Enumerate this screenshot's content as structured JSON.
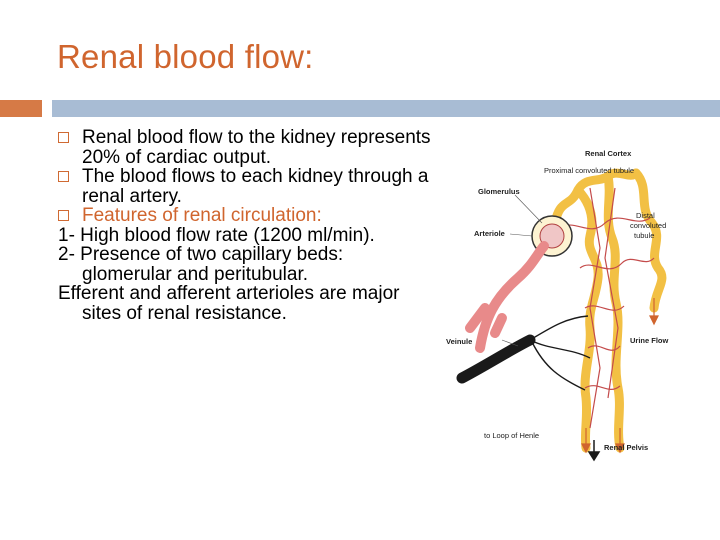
{
  "slide": {
    "title": "Renal blood flow:"
  },
  "content": {
    "bullets": [
      "Renal blood flow to the kidney represents 20% of cardiac output.",
      "The blood flows to each kidney through a renal artery.",
      "Features of renal circulation:"
    ],
    "lines": [
      "1- High blood flow rate (1200 ml/min).",
      "2- Presence of two capillary beds: glomerular and peritubular.",
      "Efferent and afferent arterioles are major sites of renal resistance."
    ]
  },
  "diagram": {
    "labels": {
      "renal_cortex": "Renal Cortex",
      "proximal_tubule": "Proximal convoluted tubule",
      "glomerulus": "Glomerulus",
      "distal_1": "Distal",
      "distal_2": "convoluted",
      "distal_3": "tubule",
      "arteriole": "Arteriole",
      "venule": "Veinule",
      "urine_flow": "Urine Flow",
      "loop_of_henle": "to Loop of Henle",
      "renal_pelvis": "Renal Pelvis"
    }
  },
  "colors": {
    "title": "#d0652e",
    "accent_bar": "#d67a46",
    "header_bar": "#a8bcd4",
    "tubule": "#f2c044",
    "artery": "#e88a8a",
    "vein": "#1a1a1a"
  }
}
